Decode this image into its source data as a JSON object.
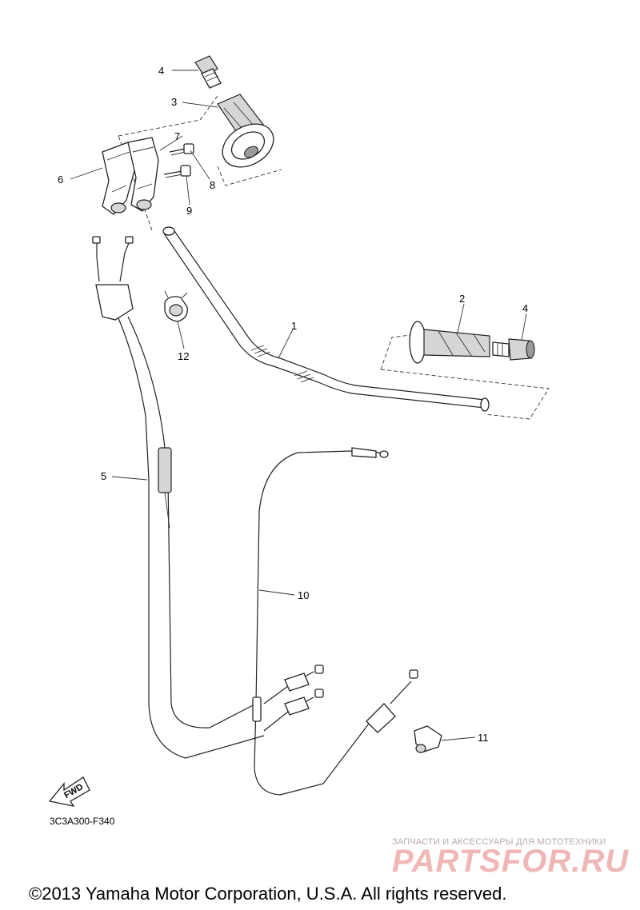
{
  "callouts": [
    {
      "id": "1",
      "label": "1"
    },
    {
      "id": "2",
      "label": "2"
    },
    {
      "id": "3",
      "label": "3"
    },
    {
      "id": "4a",
      "label": "4"
    },
    {
      "id": "4b",
      "label": "4"
    },
    {
      "id": "5",
      "label": "5"
    },
    {
      "id": "6",
      "label": "6"
    },
    {
      "id": "7",
      "label": "7"
    },
    {
      "id": "8",
      "label": "8"
    },
    {
      "id": "9",
      "label": "9"
    },
    {
      "id": "10",
      "label": "10"
    },
    {
      "id": "11",
      "label": "11"
    },
    {
      "id": "12",
      "label": "12"
    }
  ],
  "diagram_code": "3C3A300-F340",
  "fwd_label": "FWD",
  "watermark": {
    "tagline": "ЗАПЧАСТИ И АКСЕССУАРЫ ДЛЯ МОТОТЕХНИКИ",
    "brand": "PARTSFOR.RU"
  },
  "copyright": "©2013 Yamaha Motor Corporation, U.S.A. All rights reserved."
}
